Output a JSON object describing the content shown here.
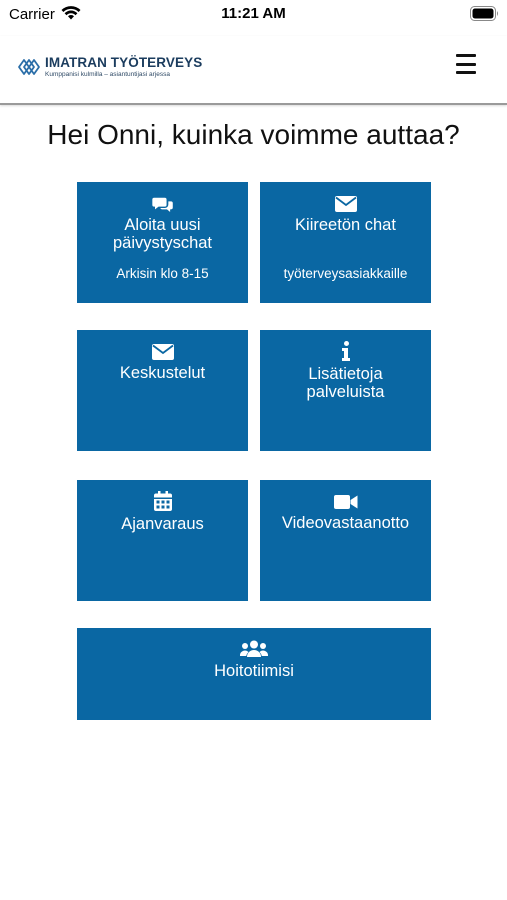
{
  "status_bar": {
    "carrier": "Carrier",
    "time": "11:21 AM",
    "icons": [
      "wifi-icon",
      "battery-icon"
    ]
  },
  "header": {
    "logo_title": "IMATRAN TYÖTERVEYS",
    "logo_tagline": "Kumppanisi kulmilla – asiantuntijasi arjessa",
    "menu_icon": "hamburger-menu-icon"
  },
  "greeting": "Hei Onni, kuinka voimme auttaa?",
  "colors": {
    "tile_background": "#0a67a3",
    "tile_text": "#ffffff",
    "brand": "#1b3c5e"
  },
  "tiles": [
    {
      "icon": "chat-bubbles-icon",
      "title": "Aloita uusi päivystyschat",
      "subtitle": "Arkisin klo 8-15"
    },
    {
      "icon": "envelope-icon",
      "title": "Kiireetön chat",
      "subtitle": "työterveysasiakkaille"
    },
    {
      "icon": "envelope-icon",
      "title": "Keskustelut",
      "subtitle": ""
    },
    {
      "icon": "info-icon",
      "title": "Lisätietoja palveluista",
      "subtitle": ""
    },
    {
      "icon": "calendar-icon",
      "title": "Ajanvaraus",
      "subtitle": ""
    },
    {
      "icon": "video-camera-icon",
      "title": "Videovastaanotto",
      "subtitle": ""
    },
    {
      "icon": "users-icon",
      "title": "Hoitotiimisi",
      "subtitle": ""
    }
  ]
}
